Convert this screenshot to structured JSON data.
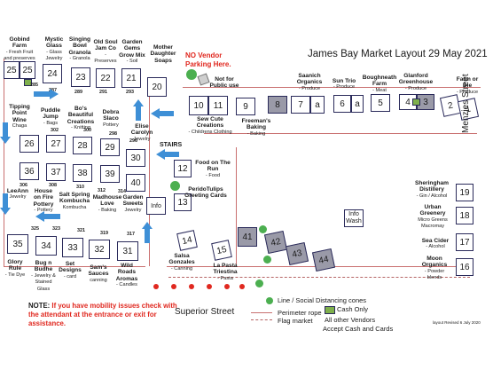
{
  "title": "James Bay Market Layout 29 May 2021",
  "no_vendor": "NO Vendor Parking Here.",
  "stairs": "STAIRS",
  "note": "NOTE: If you have mobility issues check with the attendant at the entrance or exit for assistance.",
  "note_prefix": "NOTE: ",
  "note_rest": "If you have mobility issues check with the attendant at the entrance or exit for assistance.",
  "streets": {
    "superior": "Superior Street",
    "menzies": "Menzies Street"
  },
  "revised": "layout Revised 6 July 2020",
  "info": "Info",
  "info_wash": "Info Wash",
  "legend": {
    "cones": "Line / Social Distancing cones",
    "perimeter": "Perimeter rope",
    "flag": "Flag market",
    "cash": "Cash Only",
    "all_other": "All other Vendors",
    "accept": "Accept Cash and Cards"
  },
  "colors": {
    "accent_red": "#e0281f",
    "green": "#7fb04c",
    "arrow_blue": "#3e8fd6",
    "booth_gray": "#9a9aa8"
  },
  "booths": {
    "b25a": "25",
    "b25b": "25",
    "b24": "24",
    "b23": "23",
    "b22": "22",
    "b21": "21",
    "b20": "20",
    "b26": "26",
    "b27": "27",
    "b28": "28",
    "b29": "29",
    "b30": "30",
    "b36": "36",
    "b37": "37",
    "b38": "38",
    "b39": "39",
    "b40": "40",
    "b35": "35",
    "b34": "34",
    "b33": "33",
    "b32": "32",
    "b31": "31",
    "b10": "10",
    "b11": "11",
    "b9": "9",
    "b8": "8",
    "b7": "7",
    "b7a": "a",
    "b6": "6",
    "b6a": "a",
    "b5": "5",
    "b4": "4",
    "b3": "3",
    "b2": "2",
    "b1": "1",
    "b12": "12",
    "b13": "13",
    "b14": "14",
    "b15": "15",
    "b41": "41",
    "b42": "42",
    "b43": "43",
    "b44": "44",
    "b16": "16",
    "b17": "17",
    "b18": "18",
    "b19": "19"
  },
  "small_numbers": {
    "n285": "285",
    "n287": "287",
    "n289": "289",
    "n291": "291",
    "n293": "293",
    "n302": "302",
    "n300": "300",
    "n298": "298",
    "n296": "296",
    "n306": "306",
    "n308": "308",
    "n310": "310",
    "n312": "312",
    "n314": "314",
    "n325": "325",
    "n323": "323",
    "n321": "321",
    "n319": "319",
    "n317": "317"
  },
  "vendors": {
    "gobind": {
      "name": "Gobind Farm",
      "desc": "- Fresh Fruit and preserves"
    },
    "mystic": {
      "name": "Mystic Glass",
      "desc": "- Glass Jewelry"
    },
    "singing": {
      "name": "Singing Bowl Granola",
      "desc": "- Granola"
    },
    "oldsoul": {
      "name": "Old Soul Jam Co",
      "desc": "- Preserves"
    },
    "garden": {
      "name": "Garden Gems Grow Mix",
      "desc": "- Soil"
    },
    "mother": {
      "name": "Mother Daughter Soaps",
      "desc": ""
    },
    "tipping": {
      "name": "Tipping Point Wine",
      "desc": "Chaga"
    },
    "puddle": {
      "name": "Puddle Jump",
      "desc": "- Bags"
    },
    "bos": {
      "name": "Bo's Beautiful Creations",
      "desc": "- Knitting"
    },
    "debra": {
      "name": "Debra Slaco",
      "desc": "Pottery"
    },
    "elise": {
      "name": "Elise Carolyn",
      "desc": "Jewelry"
    },
    "leeann": {
      "name": "LeeAnn",
      "desc": "Jewelry"
    },
    "house": {
      "name": "House on Fire Pottery",
      "desc": "- Pottery"
    },
    "salt": {
      "name": "Salt Spring Kombucha",
      "desc": "Kombucha"
    },
    "madhouse": {
      "name": "Madhouse Love",
      "desc": "- Baking"
    },
    "gardensweets": {
      "name": "Garden Sweets",
      "desc": "Jewelry"
    },
    "glory": {
      "name": "Glory Rule",
      "desc": "- Tie Dye"
    },
    "bugn": {
      "name": "Bug n Budhe",
      "desc": "- Jewelry & Stained Glass"
    },
    "set": {
      "name": "Set Designs",
      "desc": "- card"
    },
    "sams": {
      "name": "Sam's Sauces",
      "desc": "canning"
    },
    "wild": {
      "name": "Wild Roads Aromas",
      "desc": "- Candles"
    },
    "notpublic": {
      "name": "Not for Public use",
      "desc": ""
    },
    "sewcute": {
      "name": "Sew Cute Creations",
      "desc": "- Childrens Clothing"
    },
    "freeman": {
      "name": "Freeman's Baking",
      "desc": "- Baking"
    },
    "saanich": {
      "name": "Saanich Organics",
      "desc": "- Produce"
    },
    "suntrio": {
      "name": "Sun Trio",
      "desc": "- Produce"
    },
    "boughneath": {
      "name": "Boughneath Farm",
      "desc": "- Meat"
    },
    "glanford": {
      "name": "Glanford Greenhouse",
      "desc": "- Produce"
    },
    "farmordie": {
      "name": "Farm or Die",
      "desc": "- Produce"
    },
    "foodrun": {
      "name": "Food on The Run",
      "desc": "- Food"
    },
    "peridot": {
      "name": "PeridoTulips Greeting Cards",
      "desc": ""
    },
    "sheringham": {
      "name": "Sheringham Distillery",
      "desc": "- Gin / Alcohol"
    },
    "urban": {
      "name": "Urban Greenery",
      "desc": "Micro Greens Macromay"
    },
    "seacider": {
      "name": "Sea Cider",
      "desc": "- Alcohol"
    },
    "moon": {
      "name": "Moon Organics",
      "desc": "- Powder blends"
    },
    "salsa": {
      "name": "Salsa Gonzales",
      "desc": "- Canning"
    },
    "lapasta": {
      "name": "La Pasta Triestina",
      "desc": "- Pasta"
    }
  }
}
